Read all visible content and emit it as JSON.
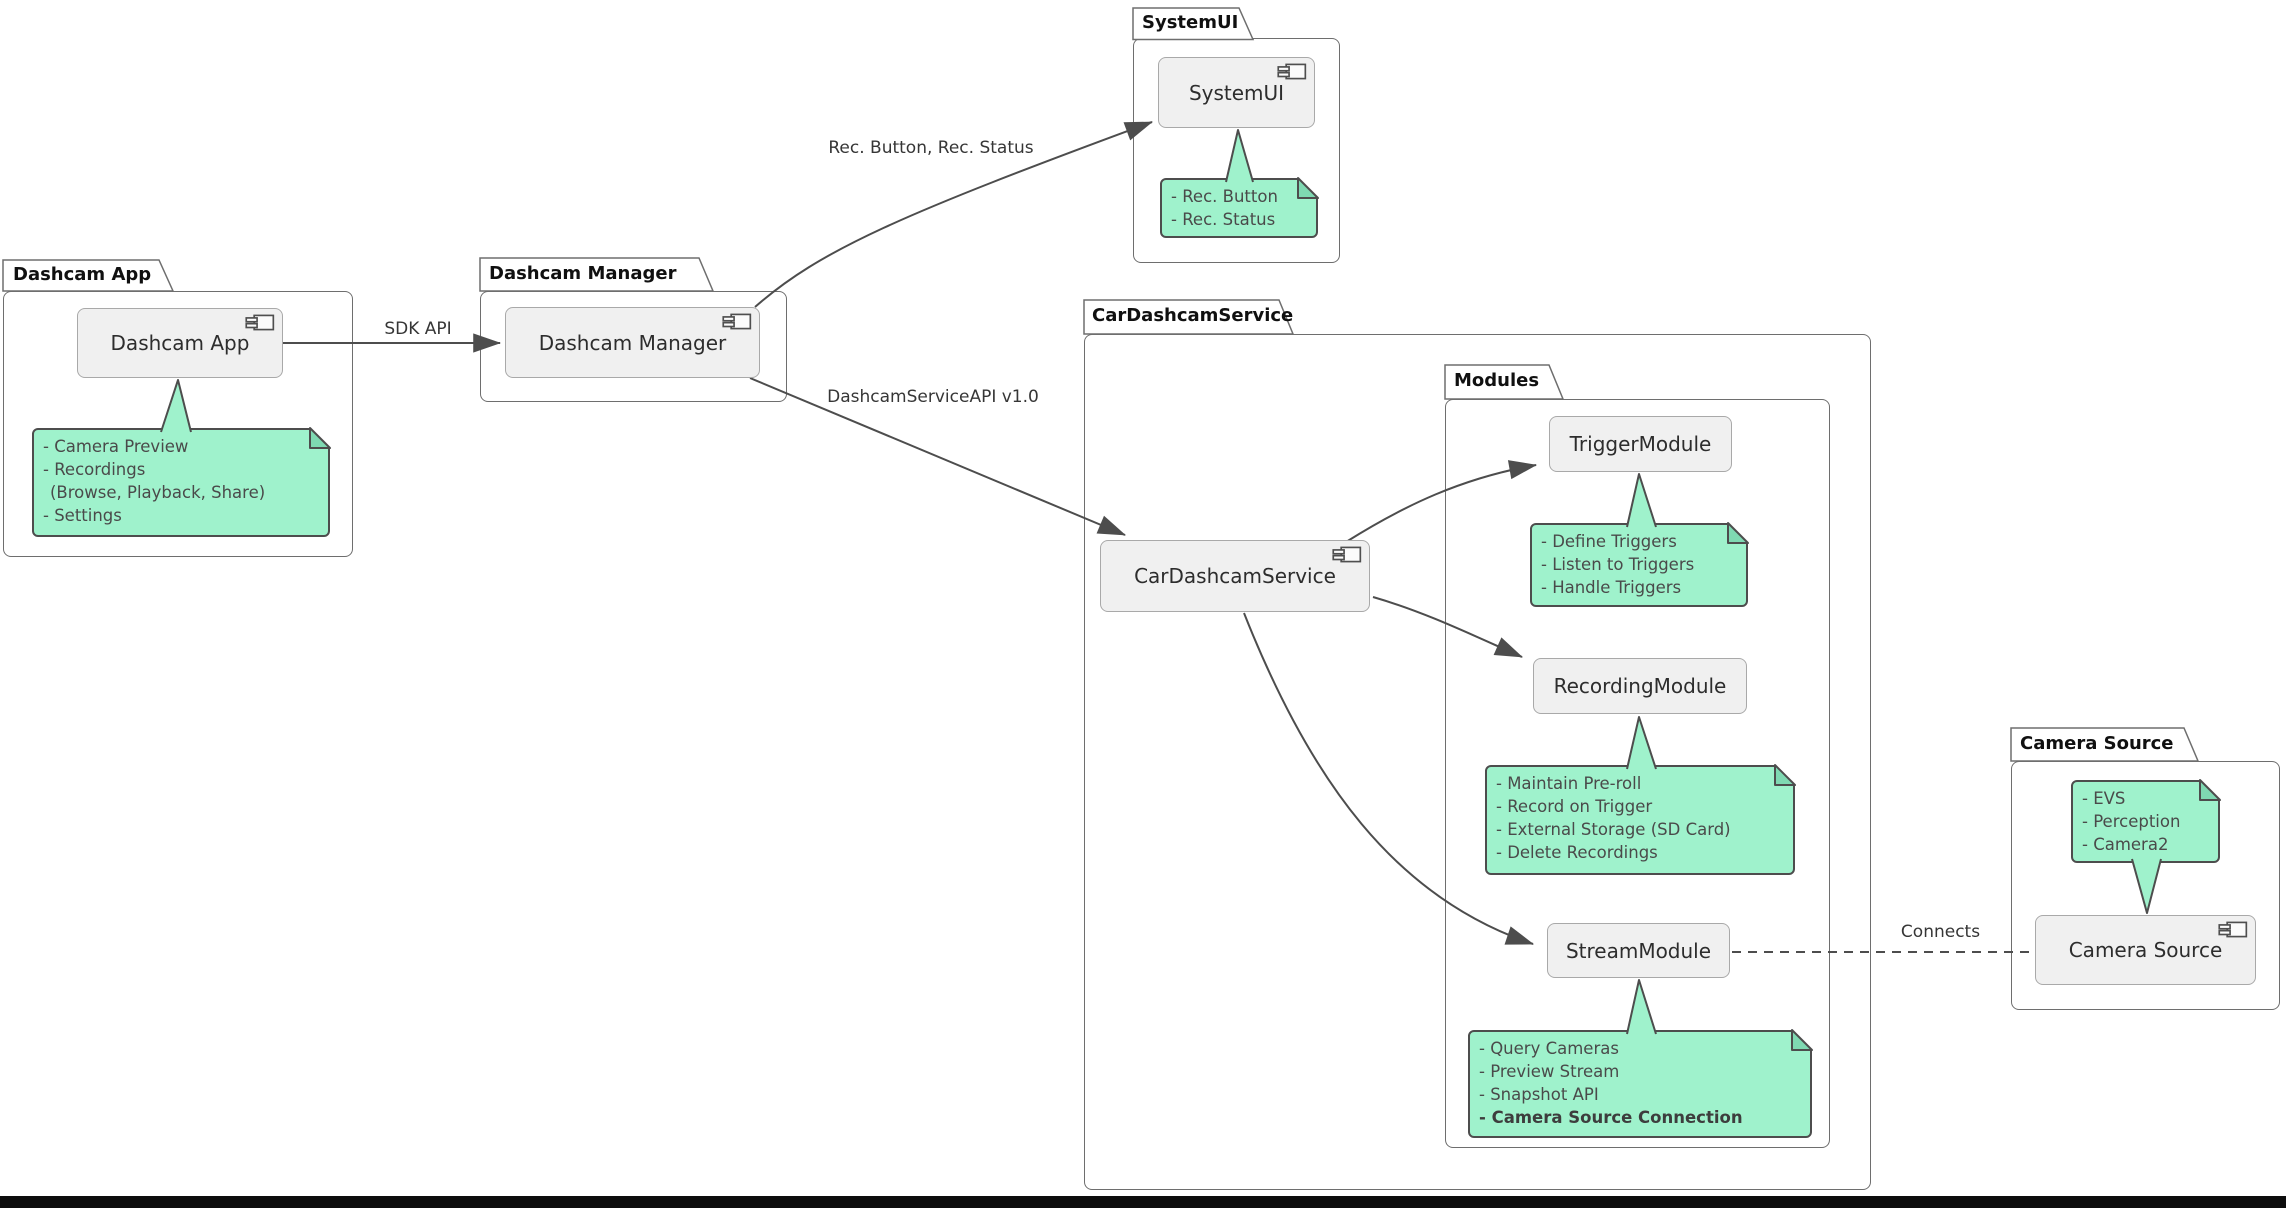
{
  "packages": {
    "systemui": {
      "label": "SystemUI"
    },
    "dashcam_app": {
      "label": "Dashcam App"
    },
    "dashcam_manager": {
      "label": "Dashcam Manager"
    },
    "car_dashcam_service": {
      "label": "CarDashcamService"
    },
    "modules": {
      "label": "Modules"
    },
    "camera_source": {
      "label": "Camera Source"
    }
  },
  "components": {
    "systemui": "SystemUI",
    "dashcam_app": "Dashcam App",
    "dashcam_manager": "Dashcam Manager",
    "car_dashcam_service": "CarDashcamService",
    "trigger_module": "TriggerModule",
    "recording_module": "RecordingModule",
    "stream_module": "StreamModule",
    "camera_source": "Camera Source"
  },
  "notes": {
    "systemui": {
      "lines": [
        "- Rec. Button",
        "- Rec. Status"
      ]
    },
    "dashcam_app": {
      "lines": [
        "- Camera Preview",
        "- Recordings",
        "(Browse, Playback, Share)",
        "- Settings"
      ]
    },
    "trigger": {
      "lines": [
        "- Define Triggers",
        "- Listen to Triggers",
        "- Handle Triggers"
      ]
    },
    "recording": {
      "lines": [
        "- Maintain Pre-roll",
        "- Record on Trigger",
        "- External Storage (SD Card)",
        "- Delete Recordings"
      ]
    },
    "stream": {
      "lines": [
        "- Query Cameras",
        "- Preview Stream",
        "- Snapshot API",
        "- Camera Source Connection"
      ]
    },
    "camera_source": {
      "lines": [
        "- EVS",
        "- Perception",
        "- Camera2"
      ]
    }
  },
  "edges": {
    "sdk_api": "SDK API",
    "rec_button_status": "Rec. Button, Rec. Status",
    "dashcam_service_api": "DashcamServiceAPI v1.0",
    "connects": "Connects"
  },
  "colors": {
    "note_fill": "#9FF2CC",
    "note_fold": "#7FD9B2",
    "note_border": "#4D4D4D",
    "note_text": "#4A4A4A",
    "component_fill": "#F0F0F0",
    "component_border": "#A9A9A9",
    "package_border": "#6E6E6E",
    "line": "#4D4D4D",
    "bottom_bar": "#0D0D0D"
  }
}
